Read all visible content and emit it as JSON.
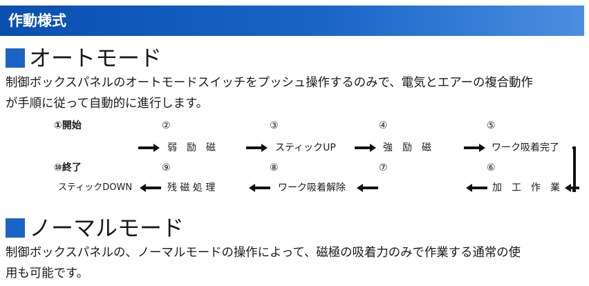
{
  "banner": {
    "title": "作動様式"
  },
  "sections": {
    "auto": {
      "heading": "オートモード",
      "lines": [
        "制御ボックスパネルのオートモードスイッチをプッシュ操作するのみで、電気とエアーの複合動作",
        "が手順に従って自動的に進行します。"
      ]
    },
    "normal": {
      "heading": "ノーマルモード",
      "lines": [
        "制御ボックスパネルの、ノーマルモードの操作によって、磁極の吸着力のみで作業する通常の使",
        "用も可能です。"
      ]
    }
  },
  "flow": {
    "row1_numbers": [
      "①開始",
      "②",
      "③",
      "④",
      "⑤"
    ],
    "row1_labels": [
      "弱　励　磁",
      "スティックUP",
      "強　励　磁",
      "ワーク吸着完了"
    ],
    "row2_numbers": [
      "⑩終了",
      "⑨",
      "⑧",
      "⑦",
      "⑥"
    ],
    "row2_labels": [
      "スティックDOWN",
      "残 磁 処 理",
      "ワーク吸着解除",
      "加　工　作　業"
    ]
  },
  "colors": {
    "banner": "#1a64c8",
    "accent_square": "#1a64c8",
    "arrow": "#111111"
  }
}
